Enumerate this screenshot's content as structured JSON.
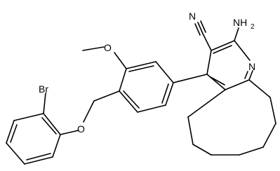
{
  "figure": {
    "atoms": {
      "nitrile_n": "N",
      "ring_n": "N",
      "amino_main": "NH",
      "amino_sub": "2",
      "methoxy_o": "O",
      "ether_o": "O",
      "bromo": "Br"
    }
  }
}
